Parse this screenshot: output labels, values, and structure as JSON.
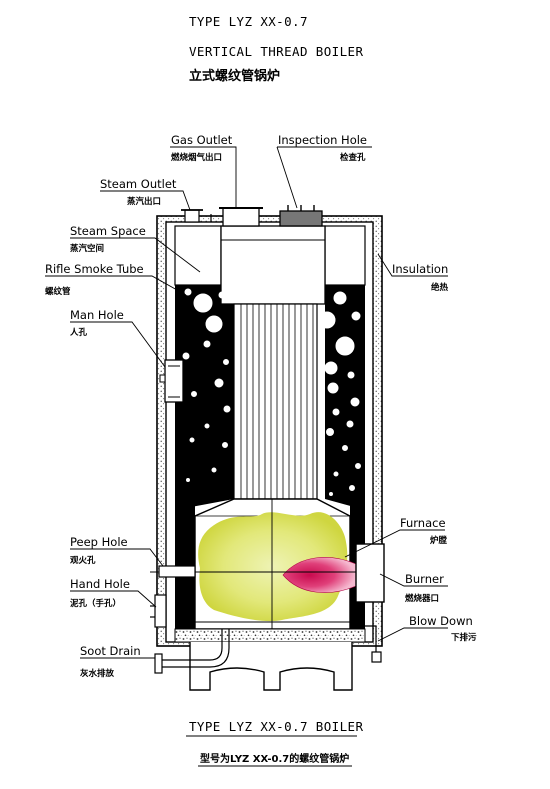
{
  "header": {
    "line1": "TYPE LYZ XX-0.7",
    "line2": "VERTICAL THREAD BOILER",
    "line3": "立式螺纹管锅炉"
  },
  "labels": {
    "gas_outlet": {
      "en": "Gas Outlet",
      "cn": "燃烧烟气出口"
    },
    "inspection_hole": {
      "en": "Inspection Hole",
      "cn": "检查孔"
    },
    "steam_outlet": {
      "en": "Steam Outlet",
      "cn": "蒸汽出口"
    },
    "steam_space": {
      "en": "Steam Space",
      "cn": "蒸汽空间"
    },
    "rifle_smoke_tube": {
      "en": "Rifle Smoke Tube",
      "cn": "螺纹管"
    },
    "man_hole": {
      "en": "Man Hole",
      "cn": "人孔"
    },
    "insulation": {
      "en": "Insulation",
      "cn": "绝热"
    },
    "furnace": {
      "en": "Furnace",
      "cn": "炉膛"
    },
    "peep_hole": {
      "en": "Peep Hole",
      "cn": "观火孔"
    },
    "burner": {
      "en": "Burner",
      "cn": "燃烧器口"
    },
    "hand_hole": {
      "en": "Hand Hole",
      "cn": "泥孔（手孔）"
    },
    "blow_down": {
      "en": "Blow Down",
      "cn": "下排污"
    },
    "soot_drain": {
      "en": "Soot Drain",
      "cn": "灰水排放"
    }
  },
  "footer": {
    "caption_en": "TYPE LYZ XX-0.7 BOILER",
    "caption_cn": "型号为LYZ XX-0.7的螺纹管锅炉"
  },
  "colors": {
    "ink": "#000000",
    "water_black": "#000000",
    "flame_outer": "#e9ef9a",
    "flame_mid": "#d9e05a",
    "flame_core_outer": "#f3a3c0",
    "flame_core": "#d8145a",
    "insulation_dots": "#555555"
  }
}
